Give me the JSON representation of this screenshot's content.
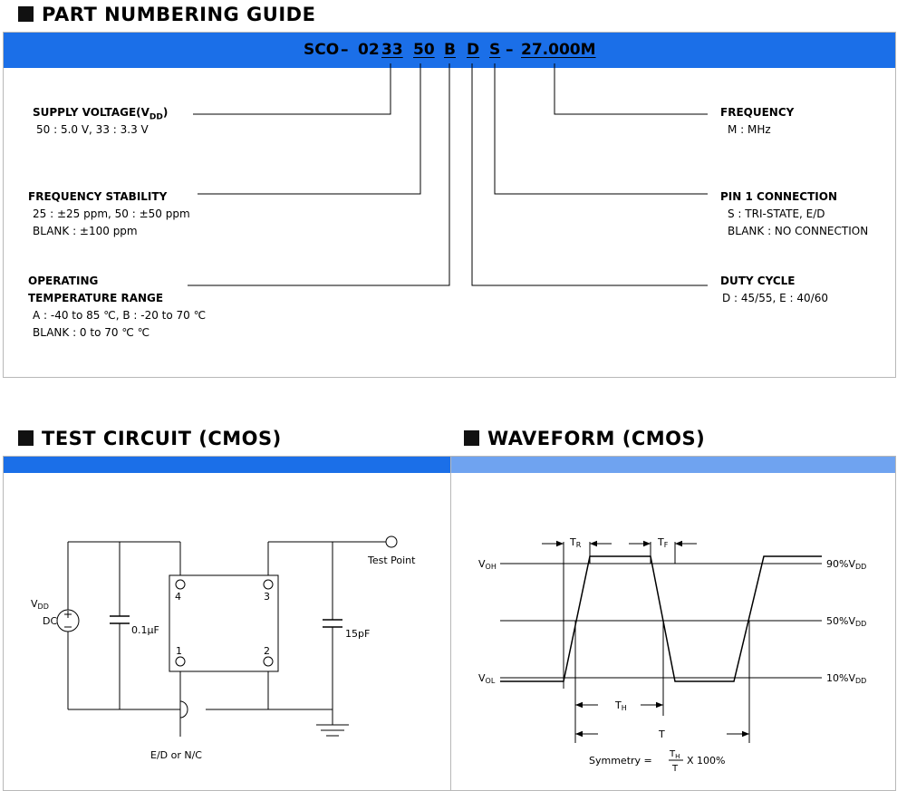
{
  "part_numbering": {
    "heading": "PART NUMBERING GUIDE",
    "code": {
      "prefix": "SCO",
      "dash1": "–",
      "seg_02": "02",
      "seg_33": "33",
      "seg_50": "50",
      "seg_B": "B",
      "seg_D": "D",
      "seg_S": "S",
      "dash2": "–",
      "seg_freq": "27.000M"
    },
    "supply_voltage": {
      "label": "SUPPLY VOLTAGE(V",
      "label_sub": "DD",
      "label_end": ")",
      "value": "50 : 5.0 V, 33 : 3.3 V"
    },
    "frequency_stability": {
      "label": "FREQUENCY STABILITY",
      "value1": "25 : ±25 ppm, 50 : ±50 ppm",
      "value2": "BLANK : ±100 ppm"
    },
    "operating_temp": {
      "label1": "OPERATING",
      "label2": "TEMPERATURE RANGE",
      "value1": "A : -40 to 85 ℃,  B : -20 to 70 ℃",
      "value2": "BLANK : 0 to 70 ℃ ℃"
    },
    "frequency": {
      "label": "FREQUENCY",
      "value": "M : MHz"
    },
    "pin1": {
      "label": "PIN 1 CONNECTION",
      "value1": "S : TRI-STATE, E/D",
      "value2": "BLANK : NO CONNECTION"
    },
    "duty_cycle": {
      "label": "DUTY CYCLE",
      "value": "D : 45/55, E : 40/60"
    }
  },
  "test_circuit": {
    "heading": "TEST CIRCUIT (CMOS)",
    "vdd_v": "V",
    "vdd_sub": "DD",
    "dc": "DC",
    "cap1": "0.1μF",
    "cap2": "15pF",
    "test_point": "Test Point",
    "pin1": "1",
    "pin2": "2",
    "pin3": "3",
    "pin4": "4",
    "ed_nc": "E/D or N/C"
  },
  "waveform": {
    "heading": "WAVEFORM (CMOS)",
    "tr_t": "T",
    "tr_sub": "R",
    "tf_t": "T",
    "tf_sub": "F",
    "voh_v": "V",
    "voh_sub": "OH",
    "vol_v": "V",
    "vol_sub": "OL",
    "l90": "90%V",
    "l50": "50%V",
    "l10": "10%V",
    "level_sub": "DD",
    "th_t": "T",
    "th_sub": "H",
    "t_label": "T",
    "symmetry": "Symmetry  =",
    "frac_num": "T",
    "frac_num_sub": "H",
    "frac_den": "T",
    "times": "X 100%"
  },
  "colors": {
    "blue_bar": "#1b6fe8",
    "blue_bar_light": "#6fa3f0",
    "border": "#b8b8b8",
    "line": "#000000"
  }
}
